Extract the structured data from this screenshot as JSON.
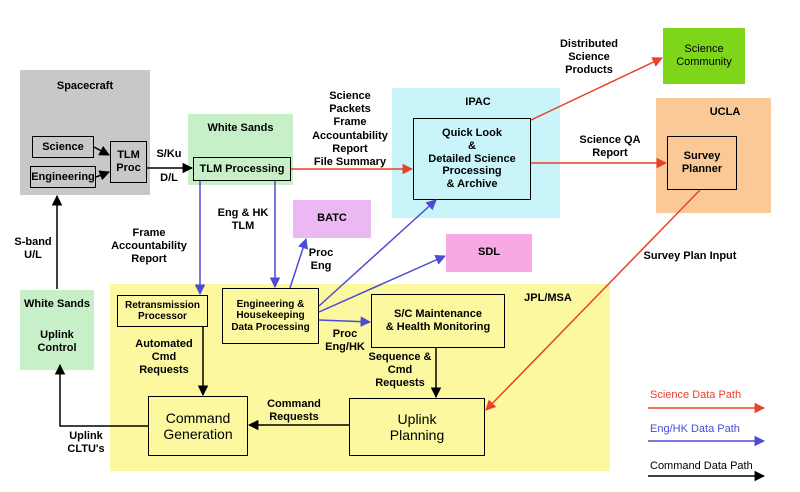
{
  "regions": {
    "spacecraft": "Spacecraft",
    "white_sands_top": "White Sands",
    "ipac": "IPAC",
    "ucla": "UCLA",
    "batc": "BATC",
    "sdl": "SDL",
    "jpl_msa": "JPL/MSA",
    "white_sands_uplink": "White Sands",
    "science_community": "Science\nCommunity"
  },
  "boxes": {
    "science": "Science",
    "engineering": "Engineering",
    "tlm_proc": "TLM\nProc",
    "tlm_processing": "TLM Processing",
    "quick_look": "Quick Look\n&\nDetailed Science\nProcessing\n& Archive",
    "survey_planner": "Survey\nPlanner",
    "retransmission": "Retransmission\nProcessor",
    "eng_hk_proc": "Engineering &\nHousekeeping\nData Processing",
    "sc_maintenance": "S/C Maintenance\n& Health Monitoring",
    "uplink_control": "Uplink\nControl",
    "command_generation": "Command\nGeneration",
    "uplink_planning": "Uplink\nPlanning"
  },
  "labels": {
    "s_ku": "S/Ku",
    "d_l": "D/L",
    "science_packets": "Science\nPackets\nFrame\nAccountability\nReport\nFile Summary",
    "distributed": "Distributed\nScience\nProducts",
    "science_qa": "Science QA\nReport",
    "eng_hk_tlm": "Eng & HK\nTLM",
    "frame_acc": "Frame\nAccountability\nReport",
    "proc_eng": "Proc\nEng",
    "proc_eng_hk": "Proc\nEng/HK",
    "s_band": "S-band\nU/L",
    "survey_plan_input": "Survey Plan Input",
    "auto_cmd": "Automated\nCmd\nRequests",
    "seq_cmd": "Sequence &\nCmd\nRequests",
    "command_requests": "Command\nRequests",
    "uplink_cltu": "Uplink\nCLTU's"
  },
  "legend": {
    "science": "Science Data Path",
    "eng": "Eng/HK Data Path",
    "command": "Command Data Path"
  },
  "colors": {
    "science_path": "#e8402a",
    "eng_path": "#4b4bd6",
    "command_path": "#000000",
    "spacecraft_bg": "#c8c8c8",
    "white_sands_bg": "#c8f0c8",
    "ipac_bg": "#c8f4fa",
    "ucla_bg": "#fbc997",
    "batc_bg": "#ecb8f4",
    "sdl_bg": "#f6a9e2",
    "jpl_bg": "#fbf8a0",
    "science_community_bg": "#7dd61a",
    "box_bg_white": "#ffffff"
  }
}
